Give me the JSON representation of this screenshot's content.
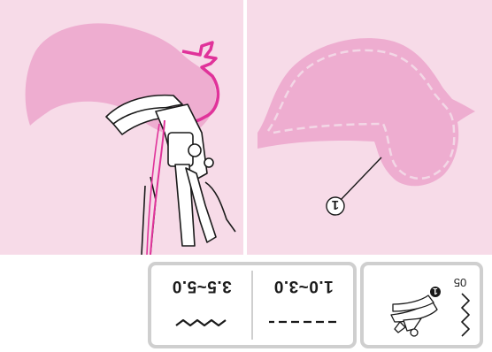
{
  "settings": {
    "left_value": "3.5~5.0",
    "right_value": "1.0~3.0"
  },
  "foot_panel": {
    "code": "05",
    "marker": "1"
  },
  "right_panel": {
    "callout": "1"
  },
  "colors": {
    "panel_background": "#f7dbe8",
    "applique_fill": "#eeadd0",
    "thread_magenta": "#e0339a",
    "stitch_outline": "#f3d7e6",
    "box_border": "#cfcfcf"
  }
}
